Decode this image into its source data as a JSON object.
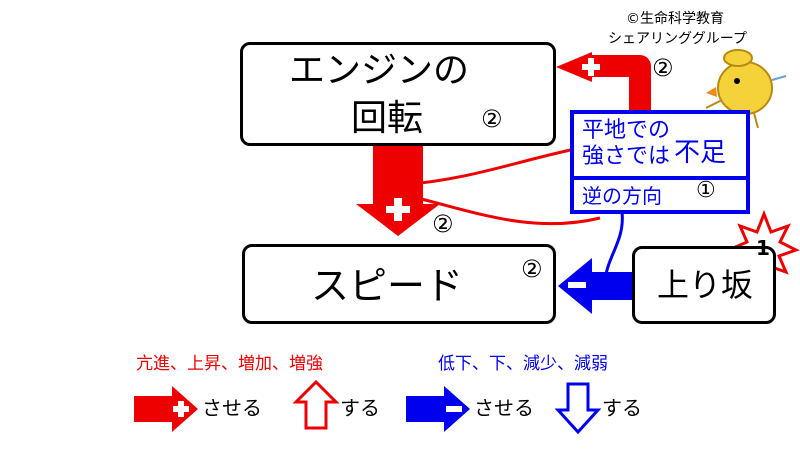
{
  "credit": {
    "line1": "©生命科学教育",
    "line2": "シェアリンググループ"
  },
  "nodes": {
    "engine": {
      "line1": "エンジンの",
      "line2": "回転",
      "badge": "②"
    },
    "speed": {
      "label": "スピード",
      "badge": "②"
    },
    "slope": {
      "label": "上り坂",
      "badge": "1"
    }
  },
  "blue_box": {
    "line1": "平地での",
    "line2": "強さでは",
    "line2b": "不足",
    "line3": "逆の方向",
    "badge": "①"
  },
  "arrow_badges": {
    "top_plus": "②",
    "down_plus": "②"
  },
  "legend": {
    "red_heading": "亢進、上昇、増加、増強",
    "blue_heading": "低下、下、減少、減弱",
    "red_causes": "させる",
    "red_does": "する",
    "blue_causes": "させる",
    "blue_does": "する"
  },
  "colors": {
    "red": "#ee0000",
    "blue": "#0000ee",
    "black": "#000000"
  }
}
